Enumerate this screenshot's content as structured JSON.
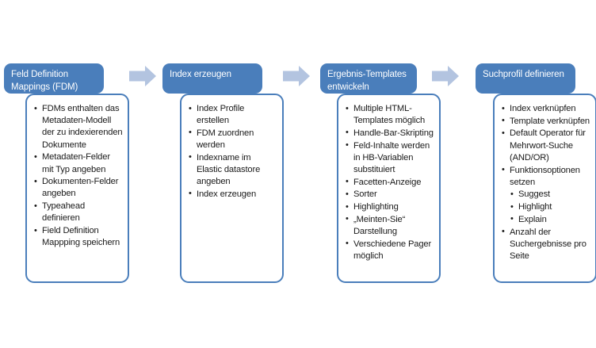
{
  "diagram": {
    "type": "process-flow",
    "orientation": "horizontal",
    "background_color": "#FFFFFF",
    "header_color": "#4A7EBB",
    "header_text_color": "#FFFFFF",
    "body_fill_color": "#FFFFFF",
    "body_border_color": "#4A7EBB",
    "arrow_color": "#B3C4E0",
    "body_text_color": "#1A1A1A",
    "stage_count": 4,
    "arrow_count": 3
  },
  "stages": [
    {
      "id": "stage-1",
      "title": "Feld Definition Mappings (FDM)",
      "bullets": [
        {
          "text": "FDMs enthalten das Metadaten-Modell der zu indexierenden Dokumente",
          "level": 1
        },
        {
          "text": "Metadaten-Felder mit Typ angeben",
          "level": 1
        },
        {
          "text": "Dokumenten-Felder angeben",
          "level": 1
        },
        {
          "text": "Typeahead definieren",
          "level": 1
        },
        {
          "text": "Field Definition Mappping speichern",
          "level": 1
        }
      ]
    },
    {
      "id": "stage-2",
      "title": "Index erzeugen",
      "bullets": [
        {
          "text": "Index Profile erstellen",
          "level": 1
        },
        {
          "text": "FDM zuordnen werden",
          "level": 1
        },
        {
          "text": "Indexname im Elastic datastore angeben",
          "level": 1
        },
        {
          "text": "Index erzeugen",
          "level": 1
        }
      ]
    },
    {
      "id": "stage-3",
      "title": "Ergebnis-Templates entwickeln",
      "bullets": [
        {
          "text": "Multiple HTML-Templates möglich",
          "level": 1
        },
        {
          "text": "Handle-Bar-Skripting",
          "level": 1
        },
        {
          "text": "Feld-Inhalte werden in HB-Variablen substituiert",
          "level": 1
        },
        {
          "text": "Facetten-Anzeige",
          "level": 1
        },
        {
          "text": "Sorter",
          "level": 1
        },
        {
          "text": "Highlighting",
          "level": 1
        },
        {
          "text": "„Meinten-Sie“ Darstellung",
          "level": 1
        },
        {
          "text": "Verschiedene Pager möglich",
          "level": 1
        }
      ]
    },
    {
      "id": "stage-4",
      "title": "Suchprofil definieren",
      "bullets": [
        {
          "text": "Index verknüpfen",
          "level": 1
        },
        {
          "text": "Template verknüpfen",
          "level": 1
        },
        {
          "text": "Default Operator für Mehrwort-Suche (AND/OR)",
          "level": 1
        },
        {
          "text": "Funktionsoptionen setzen",
          "level": 1
        },
        {
          "text": "Suggest",
          "level": 2
        },
        {
          "text": "Highlight",
          "level": 2
        },
        {
          "text": "Explain",
          "level": 2
        },
        {
          "text": "Anzahl der Suchergebnisse pro Seite",
          "level": 1
        }
      ]
    }
  ],
  "arrows": [
    {
      "id": "arrow-1",
      "from": "stage-1",
      "to": "stage-2",
      "direction": "right"
    },
    {
      "id": "arrow-2",
      "from": "stage-2",
      "to": "stage-3",
      "direction": "right"
    },
    {
      "id": "arrow-3",
      "from": "stage-3",
      "to": "stage-4",
      "direction": "right"
    }
  ]
}
